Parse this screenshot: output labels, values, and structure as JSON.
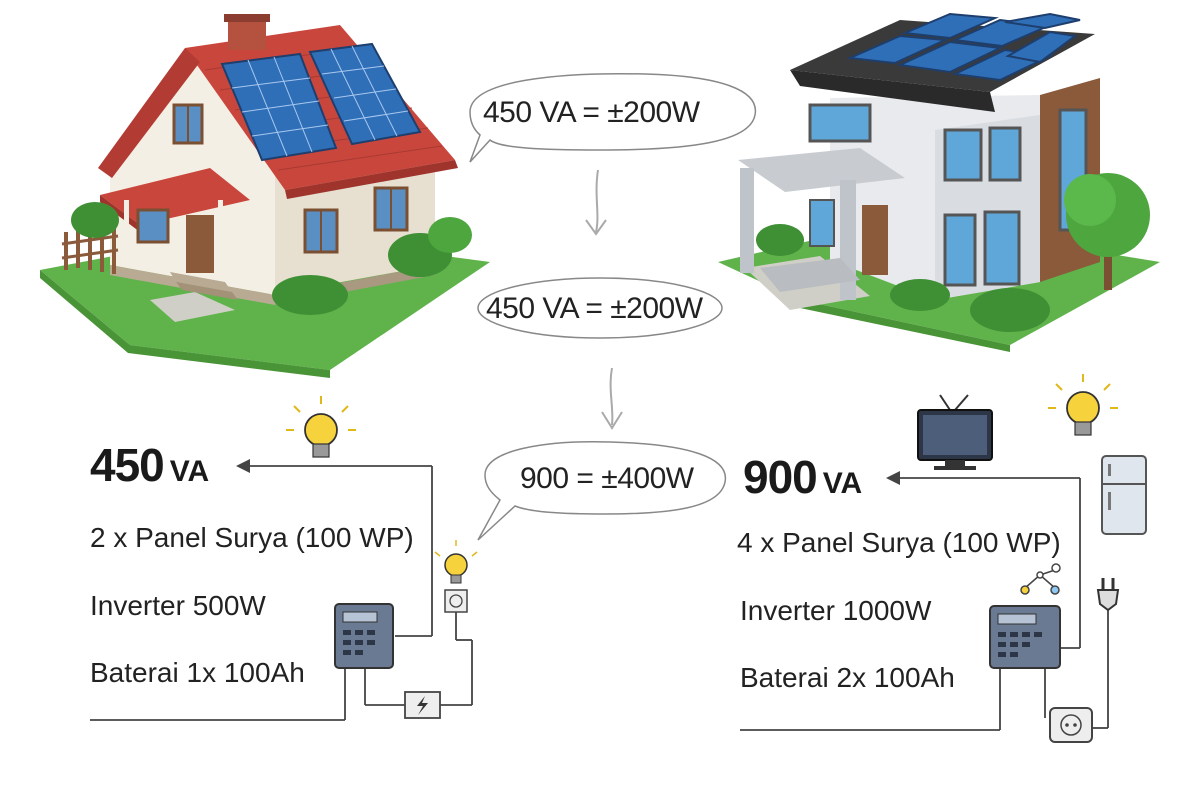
{
  "bubbles": [
    {
      "text": "450 VA = ±200W"
    },
    {
      "text": "450 VA = ±200W"
    },
    {
      "text": "900 = ±400W"
    }
  ],
  "left_system": {
    "title_value": "450",
    "title_unit": "VA",
    "specs": [
      "2 x Panel Surya (100 WP)",
      "Inverter 500W",
      "Baterai 1x 100Ah"
    ]
  },
  "right_system": {
    "title_value": "900",
    "title_unit": "VA",
    "specs": [
      "4 x Panel Surya (100 WP)",
      "Inverter 1000W",
      "Baterai 2x 100Ah"
    ]
  },
  "colors": {
    "roof_red": "#c9463d",
    "roof_dark": "#3a3a3a",
    "solar_blue": "#2f6fb8",
    "grass": "#5fb34a",
    "wall_cream": "#f4efe4",
    "wall_grey": "#d9dde2",
    "wood_brown": "#8a5a3b",
    "bulb_yellow": "#f6d33c"
  },
  "icons": [
    "house-small-icon",
    "house-modern-icon",
    "light-bulb-icon",
    "television-icon",
    "refrigerator-icon",
    "inverter-icon",
    "power-plug-icon",
    "socket-icon",
    "fuse-box-icon",
    "lightning-icon",
    "network-icon"
  ]
}
